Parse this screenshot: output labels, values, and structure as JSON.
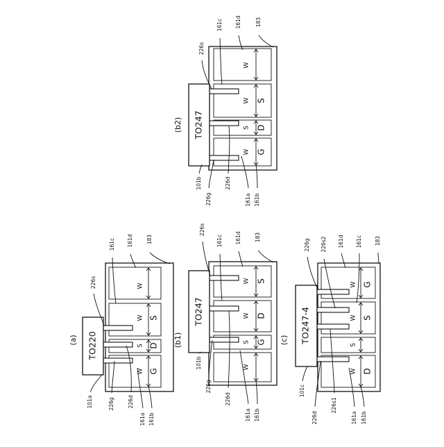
{
  "panels": [
    {
      "id": "a",
      "caption": "(a)",
      "package": "TO220",
      "labels": {
        "pkg_ref": "101a",
        "gate": "226g",
        "drain": "226d",
        "source": "226s",
        "plate_a": "161a",
        "plate_b": "161b",
        "plate_c": "161c",
        "plate_d": "161d",
        "frame": "183"
      },
      "cells": [
        {
          "letter": "W",
          "code": ""
        },
        {
          "letter": "W",
          "code": "S"
        },
        {
          "letter": "S",
          "code": "D"
        },
        {
          "letter": "W",
          "code": "G"
        }
      ]
    },
    {
      "id": "b1",
      "caption": "(b1)",
      "package": "TO247",
      "labels": {
        "pkg_ref": "101b",
        "gate": "226g",
        "drain": "226d",
        "source": "226s",
        "plate_a": "161a",
        "plate_b": "161b",
        "plate_c": "161c",
        "plate_d": "161d",
        "frame": "183"
      },
      "cells": [
        {
          "letter": "W",
          "code": "S"
        },
        {
          "letter": "W",
          "code": "D"
        },
        {
          "letter": "S",
          "code": "G"
        },
        {
          "letter": "W",
          "code": ""
        }
      ]
    },
    {
      "id": "b2",
      "caption": "(b2)",
      "package": "TO247",
      "labels": {
        "pkg_ref": "101b",
        "gate": "226g",
        "drain": "226d",
        "source": "226s",
        "plate_a": "161a",
        "plate_b": "161b",
        "plate_c": "161c",
        "plate_d": "161d",
        "frame": "183"
      },
      "cells": [
        {
          "letter": "W",
          "code": ""
        },
        {
          "letter": "W",
          "code": "S"
        },
        {
          "letter": "S",
          "code": "D"
        },
        {
          "letter": "W",
          "code": "G"
        }
      ]
    },
    {
      "id": "c",
      "caption": "(c)",
      "package": "TO247-4",
      "labels": {
        "pkg_ref": "101c",
        "gate": "226g",
        "drain": "226d",
        "source1": "226s1",
        "source2": "226s2",
        "plate_a": "161a",
        "plate_b": "161b",
        "plate_c": "161c",
        "plate_d": "161d",
        "frame": "183"
      },
      "cells": [
        {
          "letter": "W",
          "code": "G"
        },
        {
          "letter": "W",
          "code": "S"
        },
        {
          "letter": "S",
          "code": ""
        },
        {
          "letter": "W",
          "code": "D"
        }
      ]
    }
  ]
}
